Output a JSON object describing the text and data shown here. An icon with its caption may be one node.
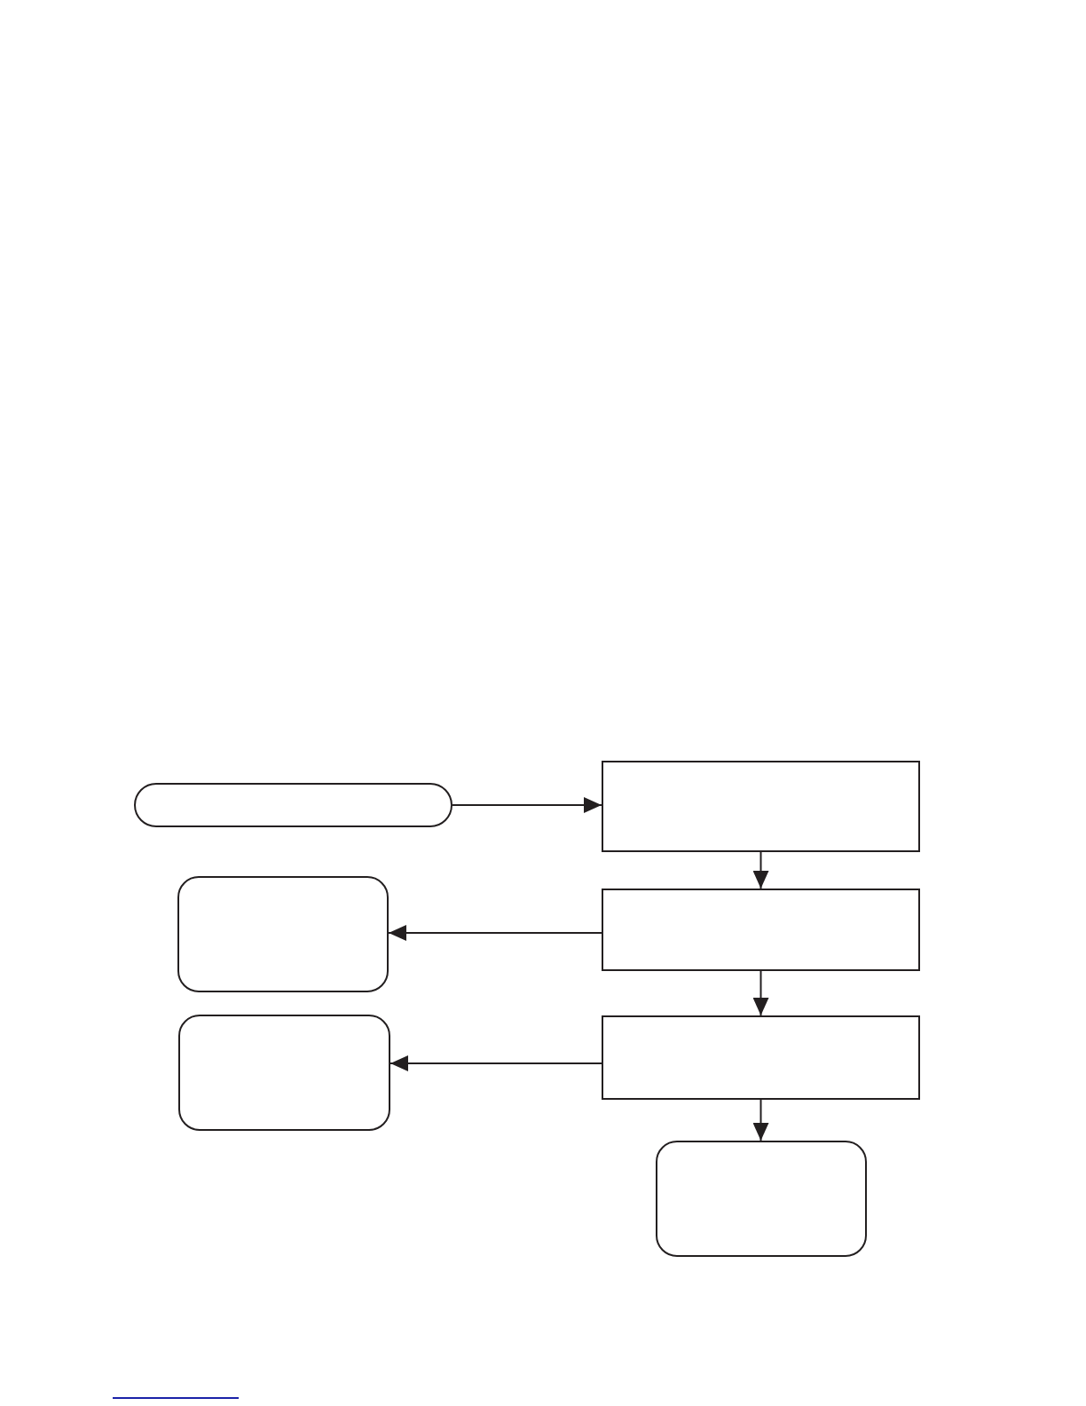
{
  "diagram": {
    "nodes": [
      {
        "text": [],
        "shape": "pill"
      },
      {
        "text": [],
        "shape": "box"
      },
      {
        "text": [],
        "shape": "rounded"
      },
      {
        "text": [],
        "shape": "box"
      },
      {
        "text": [],
        "shape": "rounded"
      },
      {
        "text": [],
        "shape": "box"
      },
      {
        "text": [],
        "shape": "rounded"
      }
    ],
    "edges": [
      {
        "from": 0,
        "to": 1,
        "arrow": "to"
      },
      {
        "from": 1,
        "to": 3,
        "arrow": "to"
      },
      {
        "from": 3,
        "to": 2,
        "arrow": "to"
      },
      {
        "from": 3,
        "to": 5,
        "arrow": "to"
      },
      {
        "from": 5,
        "to": 4,
        "arrow": "to"
      },
      {
        "from": 5,
        "to": 6,
        "arrow": "to"
      }
    ]
  }
}
